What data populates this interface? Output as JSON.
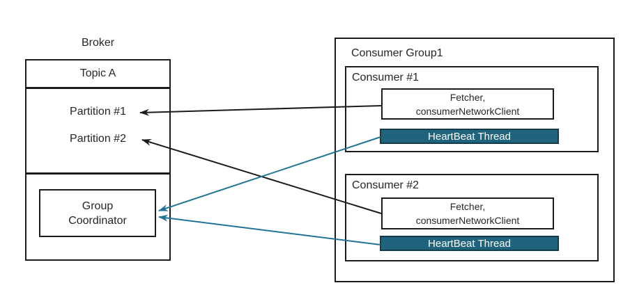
{
  "colors": {
    "heartbeat_fill": "#1F647C",
    "heartbeat_border": "#123B4C",
    "arrow_teal": "#1F7396",
    "line_black": "#1B1B1B",
    "text": "#262626"
  },
  "broker": {
    "title": "Broker",
    "topic": {
      "title": "Topic A",
      "partitions": [
        "Partition #1",
        "Partition #2"
      ]
    },
    "group_coordinator_label": "Group Coordinator"
  },
  "consumer_group": {
    "title": "Consumer Group1",
    "consumers": [
      {
        "title": "Consumer #1",
        "fetcher_line1": "Fetcher,",
        "fetcher_line2": "consumerNetworkClient",
        "heartbeat_label": "HeartBeat Thread"
      },
      {
        "title": "Consumer #2",
        "fetcher_line1": "Fetcher,",
        "fetcher_line2": "consumerNetworkClient",
        "heartbeat_label": "HeartBeat Thread"
      }
    ]
  }
}
